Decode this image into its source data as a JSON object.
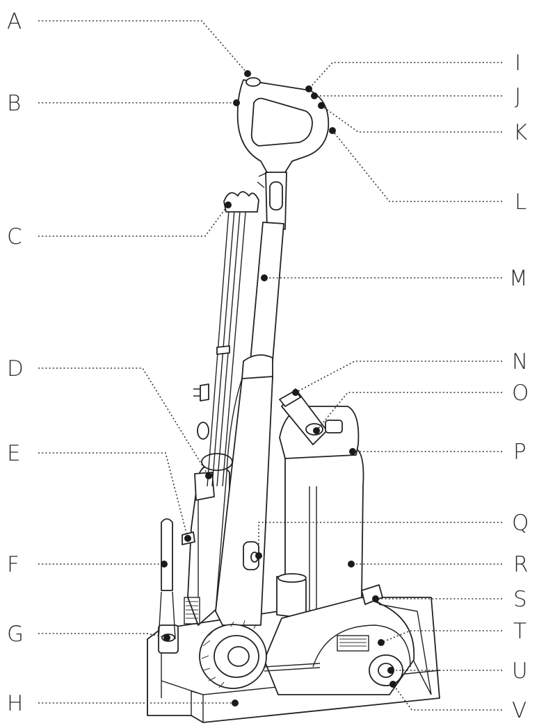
{
  "labels": [
    "A",
    "B",
    "C",
    "D",
    "E",
    "F",
    "G",
    "H",
    "I",
    "J",
    "K",
    "L",
    "M",
    "N",
    "O",
    "P",
    "Q",
    "R",
    "S",
    "T",
    "U",
    "V"
  ],
  "colors": {
    "line": "#222222",
    "text": "#2b2b2b",
    "background": "#ffffff"
  }
}
